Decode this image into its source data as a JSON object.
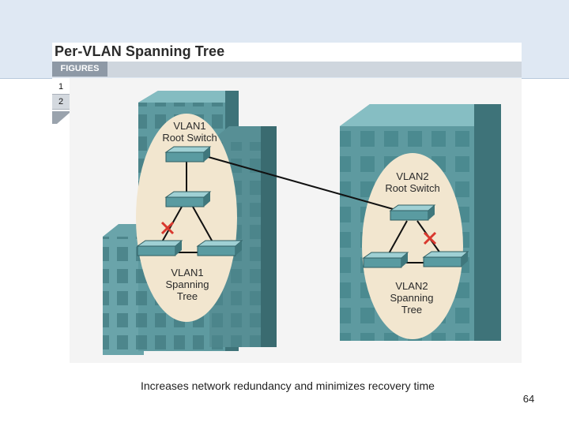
{
  "figure": {
    "title": "Per-VLAN Spanning Tree",
    "tab_label": "FIGURES",
    "numbers": [
      "1",
      "2"
    ],
    "selected_number": "2"
  },
  "diagram": {
    "vlan1_root": "VLAN1\nRoot Switch",
    "vlan1_tree": "VLAN1\nSpanning\nTree",
    "vlan2_root": "VLAN2\nRoot Switch",
    "vlan2_tree": "VLAN2\nSpanning\nTree"
  },
  "caption": "Increases network redundancy and minimizes recovery time",
  "page_number": "64",
  "colors": {
    "building": "#5e9aa0",
    "building_dark": "#3e7379",
    "oval": "#f2e6cf",
    "blocked_mark": "#d9382e",
    "header_band": "#dfe8f3"
  }
}
